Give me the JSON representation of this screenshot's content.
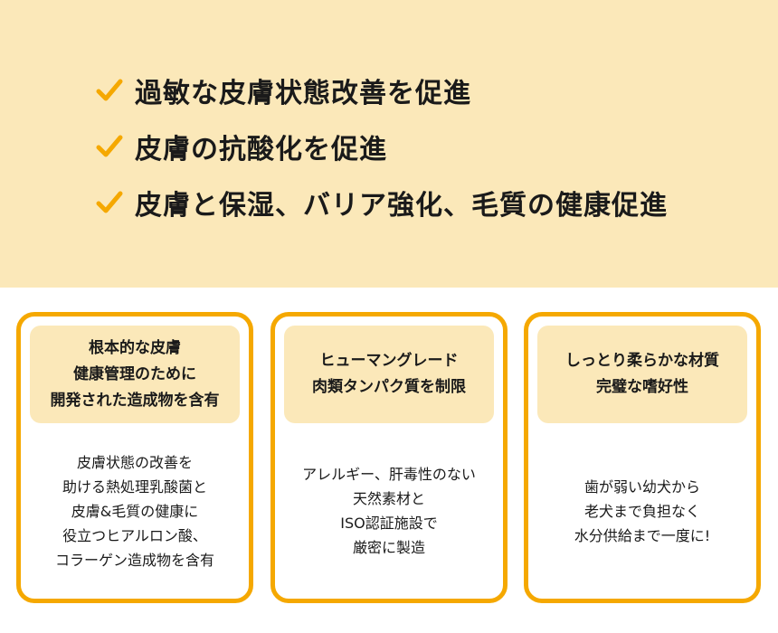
{
  "benefits": [
    "過敏な皮膚状態改善を促進",
    "皮膚の抗酸化を促進",
    "皮膚と保湿、バリア強化、毛質の健康促進"
  ],
  "colors": {
    "accent": "#f5a800",
    "panel": "#fbe8b9"
  },
  "cards": [
    {
      "title": [
        "根本的な皮膚",
        "健康管理のために",
        "開発された造成物を含有"
      ],
      "body": [
        "皮膚状態の改善を",
        "助ける熱処理乳酸菌と",
        "皮膚&毛質の健康に",
        "役立つヒアルロン酸、",
        "コラーゲン造成物を含有"
      ]
    },
    {
      "title": [
        "ヒューマングレード",
        "肉類タンパク質を制限"
      ],
      "body": [
        "アレルギー、肝毒性のない",
        "天然素材と",
        "ISO認証施設で",
        "厳密に製造"
      ]
    },
    {
      "title": [
        "しっとり柔らかな材質",
        "完璧な嗜好性"
      ],
      "body": [
        "歯が弱い幼犬から",
        "老犬まで負担なく",
        "水分供給まで一度に!"
      ]
    }
  ]
}
